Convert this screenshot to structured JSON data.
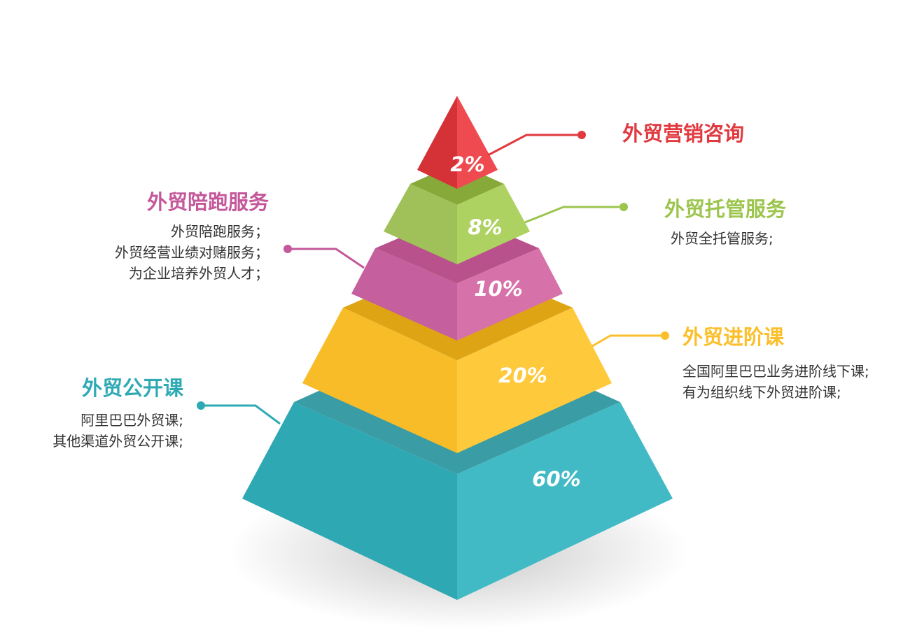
{
  "colors": {
    "red": "#e03a40",
    "green": "#9cc54e",
    "pink": "#c4589a",
    "yellow": "#fbbf2a",
    "teal": "#2eaab5"
  },
  "tiers": [
    {
      "name": "外贸营销咨询",
      "percent": "2%",
      "desc": []
    },
    {
      "name": "外贸托管服务",
      "percent": "8%",
      "desc": [
        "外贸全托管服务;"
      ]
    },
    {
      "name": "外贸陪跑服务",
      "percent": "10%",
      "desc": [
        "外贸陪跑服务；",
        "外贸经营业绩对赌服务；",
        "为企业培养外贸人才；"
      ]
    },
    {
      "name": "外贸进阶课",
      "percent": "20%",
      "desc": [
        "全国阿里巴巴业务进阶线下课;",
        "有为组织线下外贸进阶课;"
      ]
    },
    {
      "name": "外贸公开课",
      "percent": "60%",
      "desc": [
        "阿里巴巴外贸课;",
        "其他渠道外贸公开课;"
      ]
    }
  ]
}
